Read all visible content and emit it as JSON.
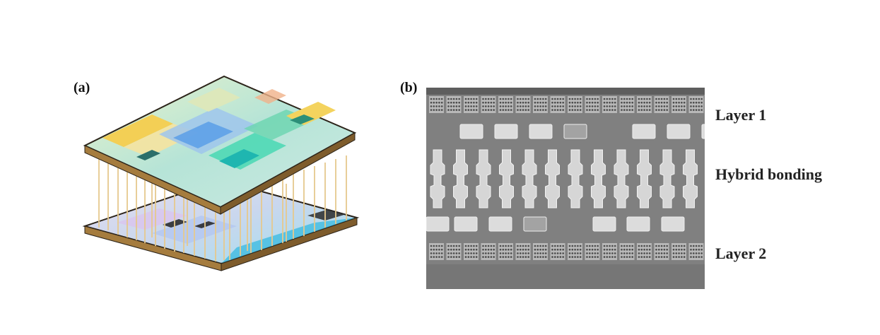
{
  "panels": {
    "a": {
      "label": "(a)"
    },
    "b": {
      "label": "(b)"
    }
  },
  "annotations": {
    "layer1": "Layer 1",
    "hybrid": "Hybrid bonding",
    "layer2": "Layer 2"
  },
  "colors": {
    "chip_edge": "#3a2f22",
    "gold_pins": "#c99a4c",
    "via_gold": "#e6c98e",
    "sem_background": "#7d7d7d",
    "sem_metal": "#d9d9d9"
  }
}
